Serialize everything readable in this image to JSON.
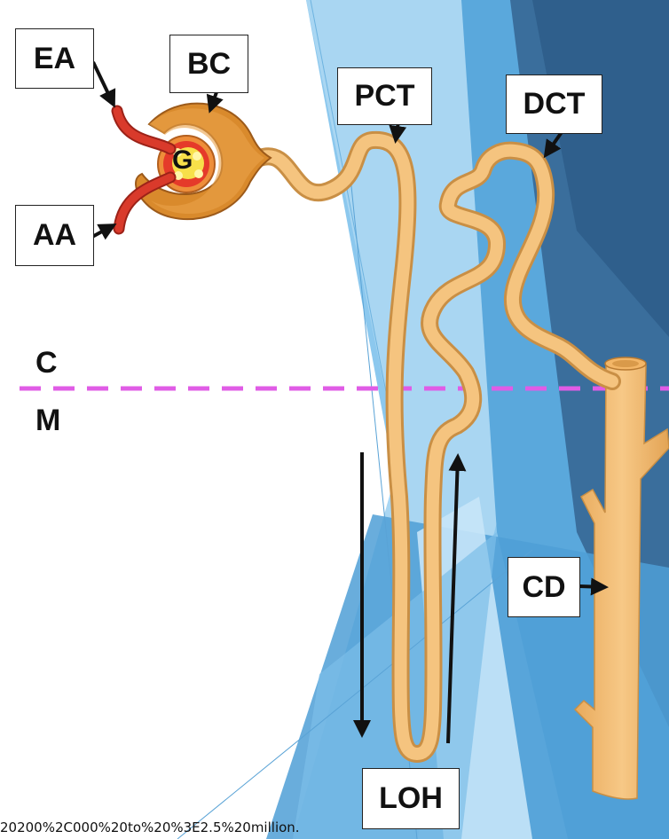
{
  "labels": {
    "ea": "EA",
    "bc": "BC",
    "aa": "AA",
    "g": "G",
    "pct": "PCT",
    "dct": "DCT",
    "cd": "CD",
    "loh": "LOH"
  },
  "zones": {
    "cortex": "C",
    "medulla": "M"
  },
  "caption": "20200%2C000%20to%20%3E2.5%20million.",
  "colors": {
    "tubule": "#f5c47f",
    "tubule_edge": "#c98f45",
    "vessel": "#d93a2b",
    "capsule": "#d98a2c",
    "boundary": "#e05ce6",
    "bg_blue_dark": "#3a6e9c",
    "bg_blue_mid": "#5aa8dc",
    "bg_blue_light": "#a9d6f2"
  }
}
